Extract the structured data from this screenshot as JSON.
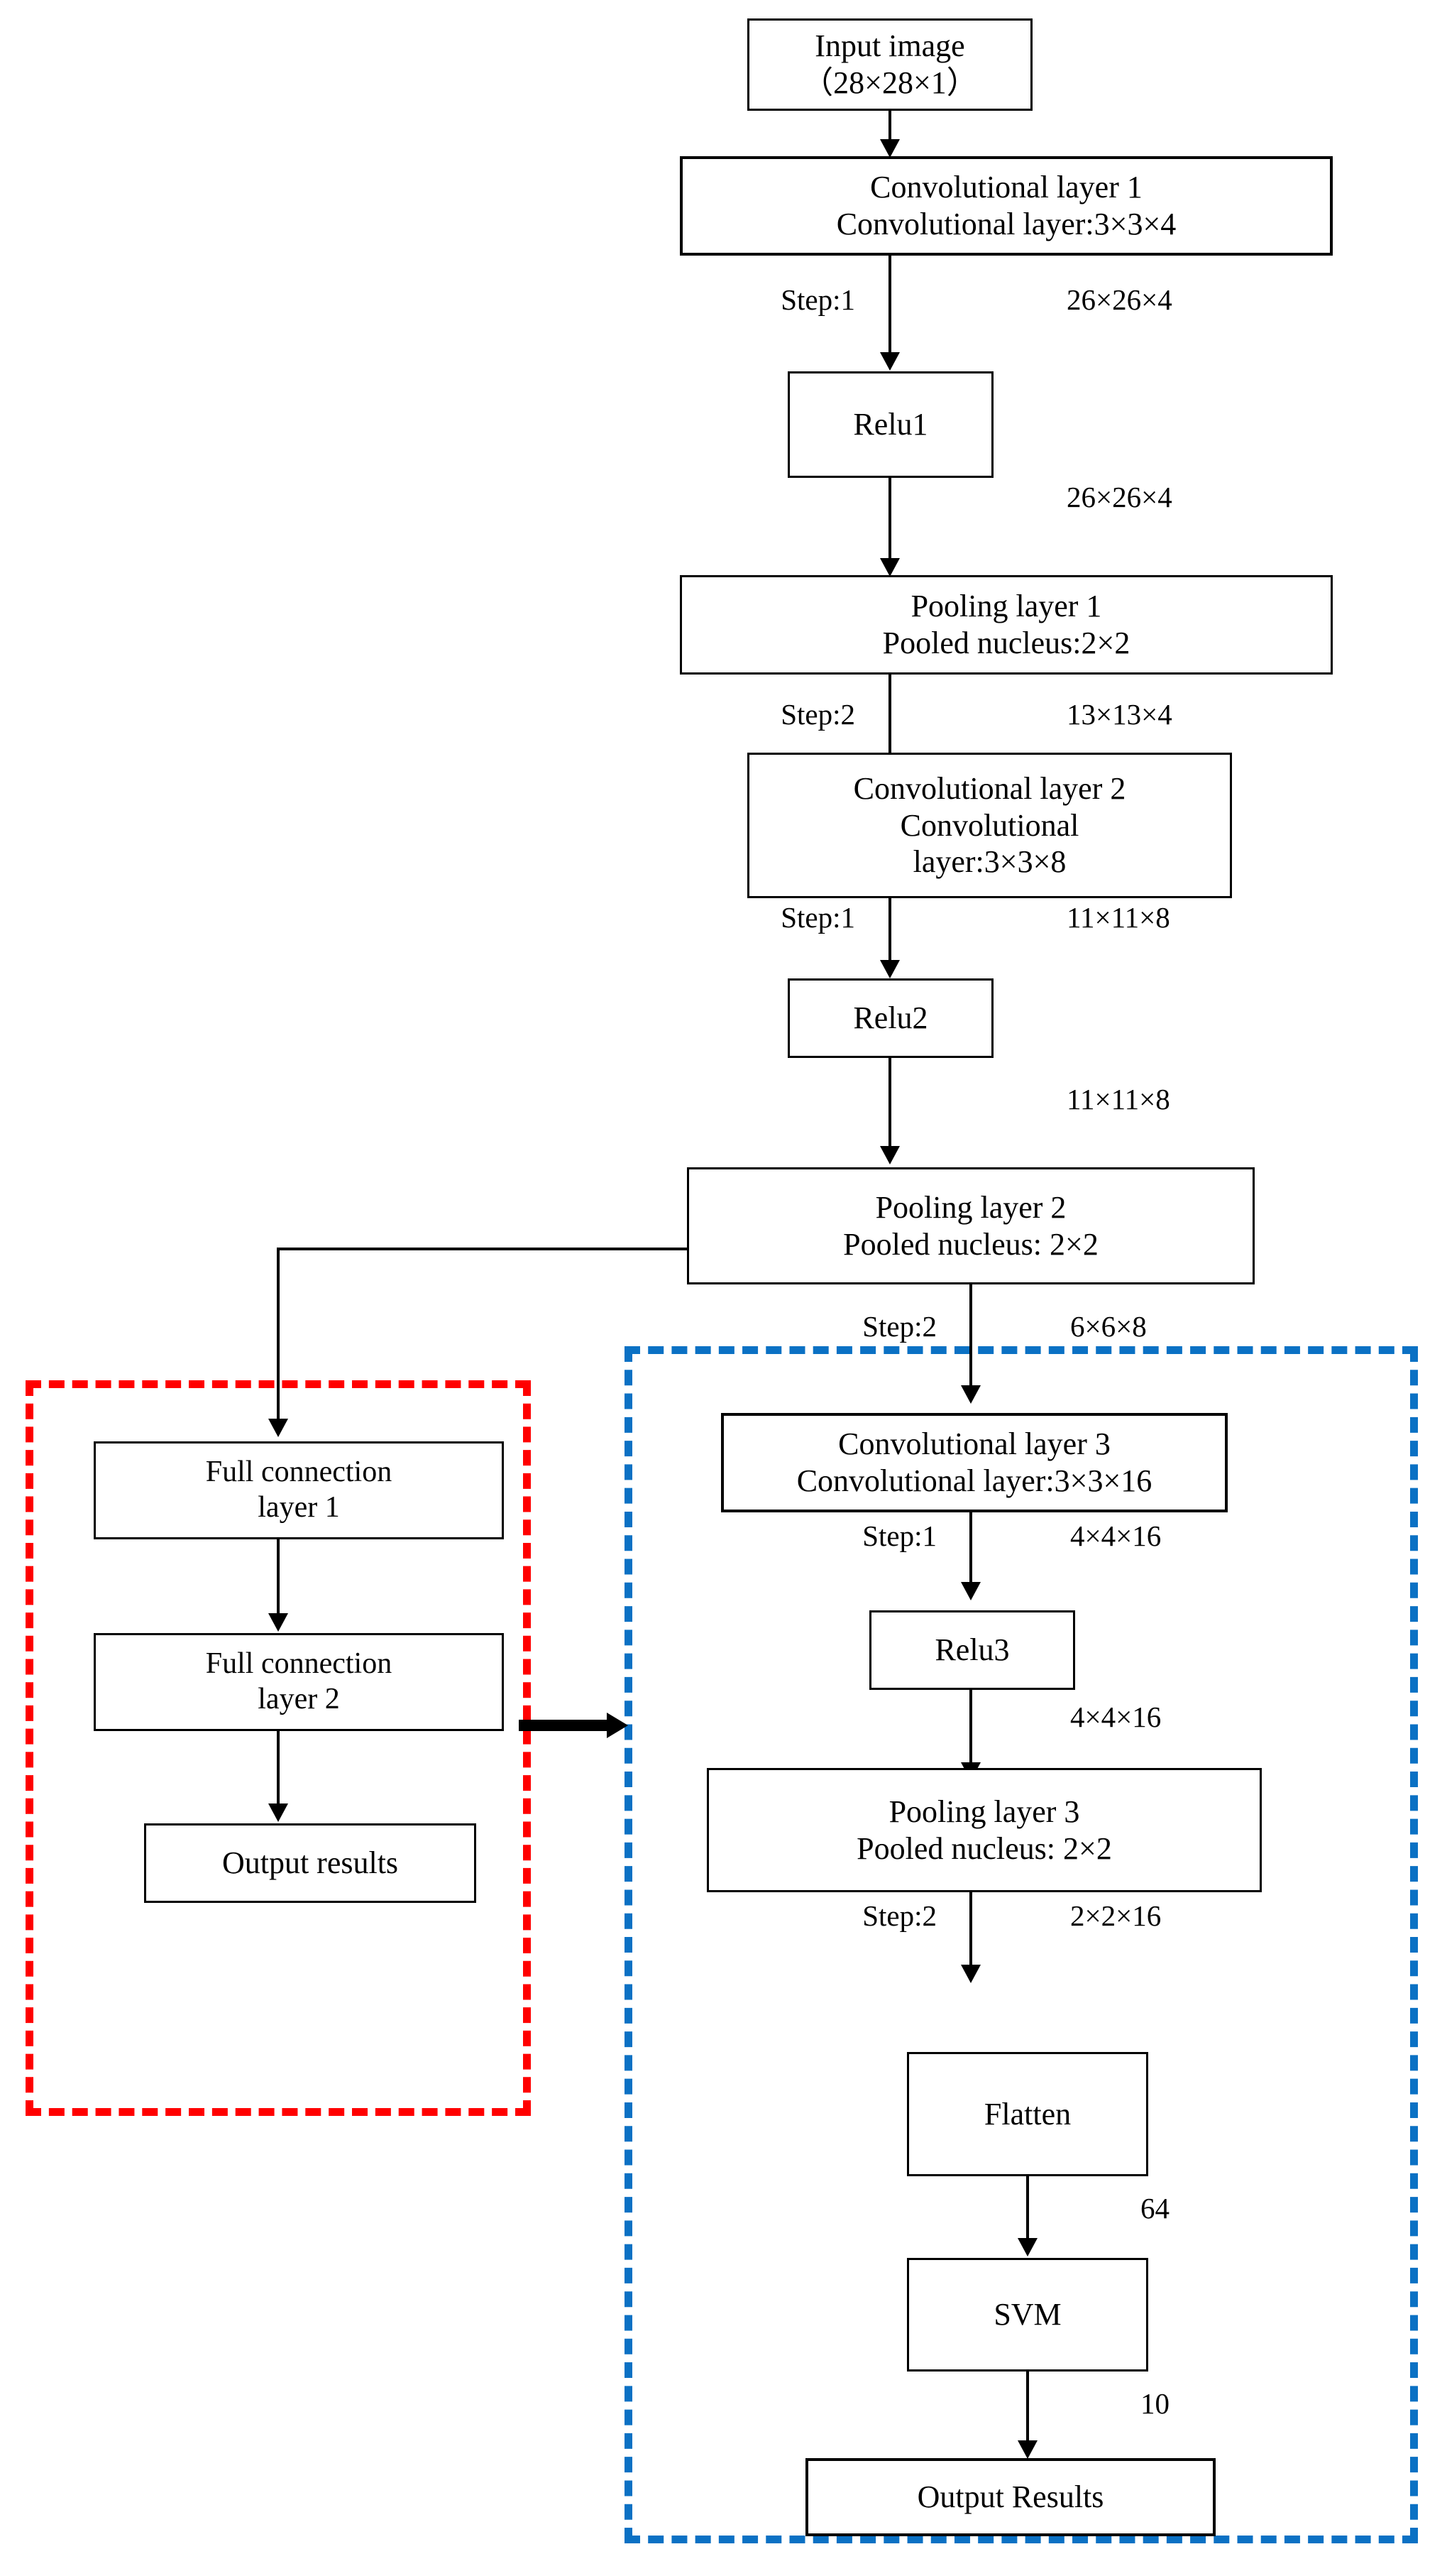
{
  "diagram": {
    "title": "CNN-SVM hybrid network architecture flowchart",
    "colors": {
      "line": "#000000",
      "fc_branch_frame": "#ff0000",
      "svm_branch_frame": "#0b71c4",
      "box_fill": "#ffffff"
    }
  },
  "nodes": {
    "input_image": {
      "line1": "Input image",
      "line2": "（28×28×1）"
    },
    "conv1": {
      "line1": "Convolutional layer 1",
      "line2": "Convolutional layer:3×3×4"
    },
    "relu1": {
      "line1": "Relu1"
    },
    "pool1": {
      "line1": "Pooling layer 1",
      "line2": "Pooled nucleus:2×2"
    },
    "conv2": {
      "line1": "Convolutional layer 2",
      "line2": "Convolutional",
      "line3": "layer:3×3×8"
    },
    "relu2": {
      "line1": "Relu2"
    },
    "pool2": {
      "line1": "Pooling layer 2",
      "line2": "Pooled nucleus: 2×2"
    },
    "fc1": {
      "line1": "Full connection",
      "line2": "layer 1"
    },
    "fc2": {
      "line1": "Full connection",
      "line2": "layer 2"
    },
    "fc_output": {
      "line1": "Output results"
    },
    "conv3": {
      "line1": "Convolutional layer 3",
      "line2": "Convolutional layer:3×3×16"
    },
    "relu3": {
      "line1": "Relu3"
    },
    "pool3": {
      "line1": "Pooling layer 3",
      "line2": "Pooled nucleus: 2×2"
    },
    "flatten": {
      "line1": "Flatten"
    },
    "svm": {
      "line1": "SVM"
    },
    "svm_output": {
      "line1": "Output Results"
    }
  },
  "edge_labels": {
    "conv1_to_relu1_step": "Step:1",
    "conv1_to_relu1_shape": "26×26×4",
    "relu1_to_pool1_shape": "26×26×4",
    "pool1_to_conv2_step": "Step:2",
    "pool1_to_conv2_shape": "13×13×4",
    "conv2_to_relu2_step": "Step:1",
    "conv2_to_relu2_shape": "11×11×8",
    "relu2_to_pool2_shape": "11×11×8",
    "pool2_to_conv3_step": "Step:2",
    "pool2_to_conv3_shape": "6×6×8",
    "conv3_to_relu3_step": "Step:1",
    "conv3_to_relu3_shape": "4×4×16",
    "relu3_to_pool3_shape": "4×4×16",
    "pool3_to_flatten_step": "Step:2",
    "pool3_to_flatten_shape": "2×2×16",
    "flatten_to_svm_shape": "64",
    "svm_to_output_shape": "10"
  }
}
